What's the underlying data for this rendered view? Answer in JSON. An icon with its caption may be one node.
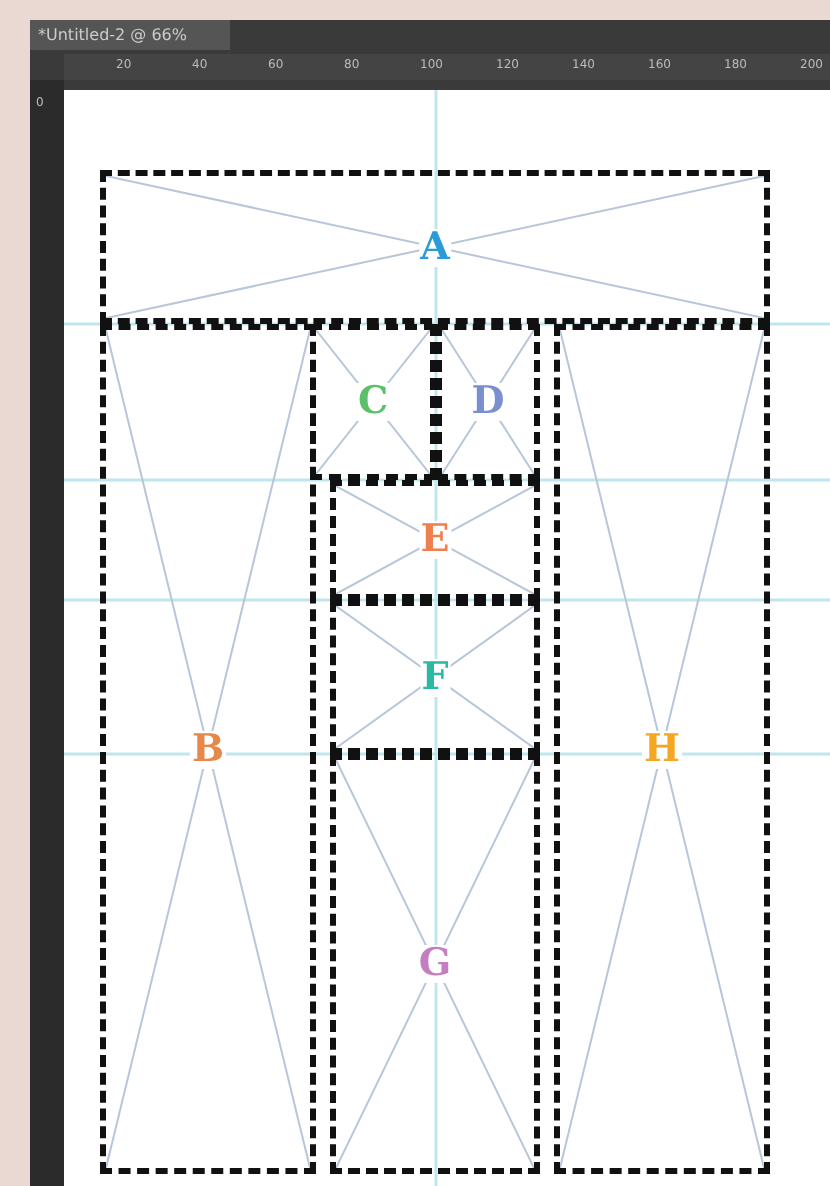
{
  "diagram": {
    "title": "*Untitled-2 @ 66%",
    "nodes": [
      {
        "text": [
          "A"
        ]
      },
      {
        "text": [
          "B"
        ]
      },
      {
        "text": [
          "C"
        ]
      },
      {
        "text": [
          "D"
        ]
      },
      {
        "text": [
          "E"
        ]
      },
      {
        "text": [
          "F"
        ]
      },
      {
        "text": [
          "G"
        ]
      },
      {
        "text": [
          "H"
        ]
      }
    ],
    "labels": [
      "20",
      "40",
      "60",
      "80",
      "100",
      "120",
      "140",
      "160",
      "180",
      "200",
      "0"
    ]
  }
}
